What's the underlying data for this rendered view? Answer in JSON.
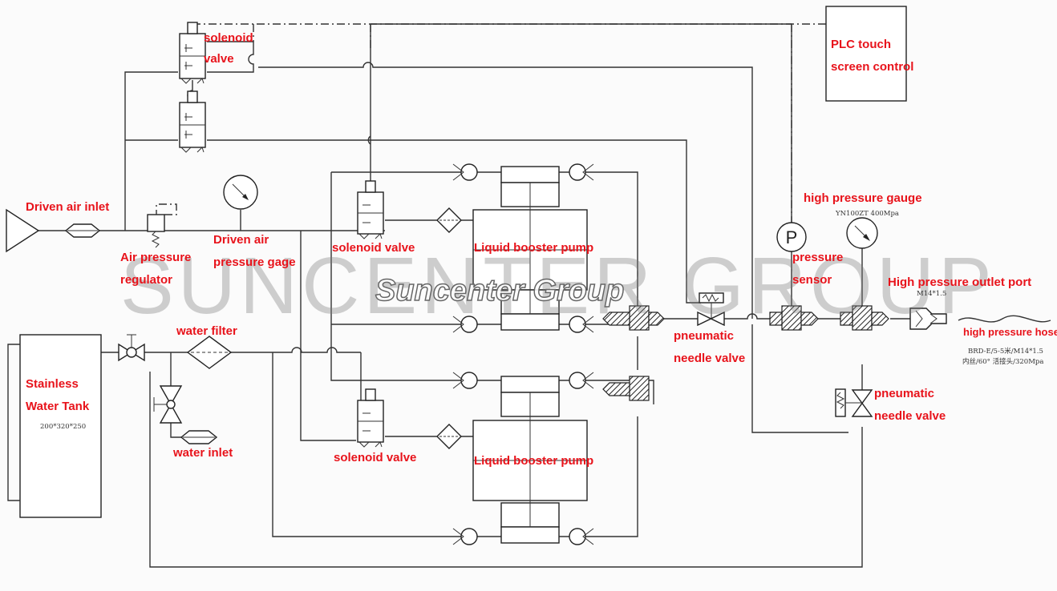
{
  "labels": {
    "solenoid_top": "solenoid",
    "solenoid_top_2": "valve",
    "plc_1": "PLC touch",
    "plc_2": "screen control",
    "driven_air_inlet": "Driven air inlet",
    "air_regulator_1": "Air pressure",
    "air_regulator_2": "regulator",
    "driven_gage_1": "Driven air",
    "driven_gage_2": "pressure gage",
    "solenoid_mid": "solenoid valve",
    "booster_top": "Liquid booster pump",
    "hp_gauge": "high pressure gauge",
    "pressure_sensor_1": "pressure",
    "pressure_sensor_2": "sensor",
    "outlet_port": "High pressure outlet port",
    "hp_hose": "high pressure hose",
    "water_filter": "water filter",
    "pneumatic_needle_1_a": "pneumatic",
    "pneumatic_needle_1_b": "needle valve",
    "tank_1": "Stainless",
    "tank_2": "Water Tank",
    "water_inlet": "water inlet",
    "solenoid_low": "solenoid valve",
    "booster_low": "Liquid booster pump",
    "pneumatic_needle_2_a": "pneumatic",
    "pneumatic_needle_2_b": "needle valve"
  },
  "small_text": {
    "gauge_spec": "YN100ZT 400Mpa",
    "outlet_thread": "M14*1.5",
    "hose_spec_1": "BRD-E/5-5米/M14*1.5",
    "hose_spec_2": "内丝/60° 活接头/320Mpa",
    "tank_dims": "200*320*250"
  },
  "watermark": {
    "big": "SUNCENTER GROUP",
    "small": "Suncenter Group"
  },
  "sensor_symbol": "P",
  "colors": {
    "label": "#e8131b",
    "line": "#333333"
  }
}
